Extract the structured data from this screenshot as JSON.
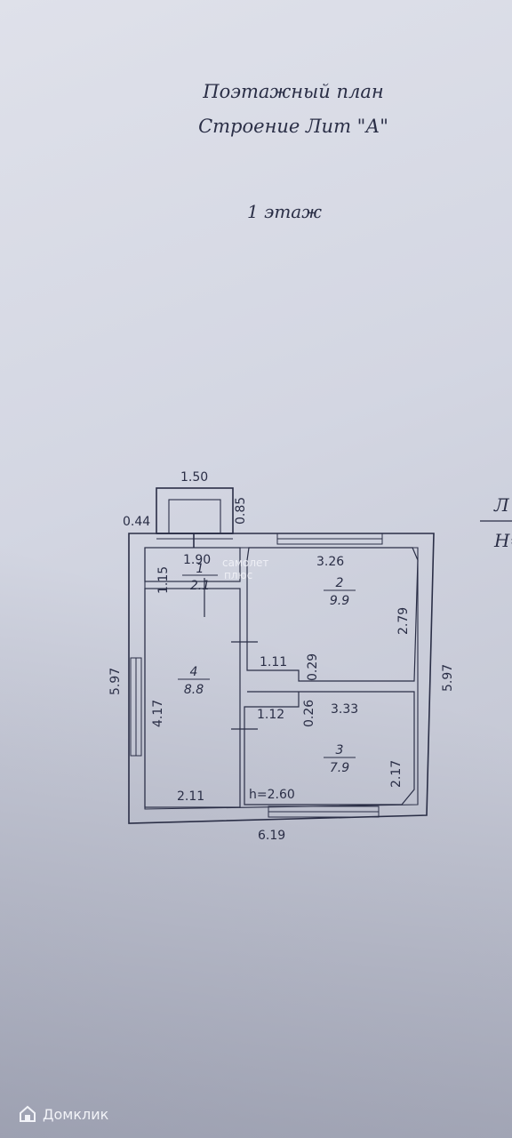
{
  "header": {
    "line1": "Поэтажный план",
    "line2": "Строение Лит \"А\"",
    "floor": "1 этаж"
  },
  "dimensions": {
    "porch_width": "1.50",
    "porch_depth": "0.85",
    "porch_side": "0.44",
    "left_height": "5.97",
    "right_height": "5.97",
    "bottom_width": "6.19",
    "r1_width": "1.90",
    "r1_height": "1.15",
    "r2_width": "3.26",
    "r2_height": "2.79",
    "wall_upper_width": "1.11",
    "wall_upper_thick": "0.29",
    "wall_lower_width": "1.12",
    "wall_lower_thick": "0.26",
    "r3_width": "3.33",
    "r3_height": "2.17",
    "r4_height": "4.17",
    "r4_width": "2.11",
    "ceiling_height": "h=2.60"
  },
  "rooms": [
    {
      "number": "1",
      "area": "2.1"
    },
    {
      "number": "2",
      "area": "9.9"
    },
    {
      "number": "3",
      "area": "7.9"
    },
    {
      "number": "4",
      "area": "8.8"
    }
  ],
  "watermark": {
    "line1": "самолет",
    "line2": "плюс"
  },
  "edge": {
    "label_top": "Л",
    "label_bottom": "Н="
  },
  "brand": {
    "name": "Домклик"
  }
}
